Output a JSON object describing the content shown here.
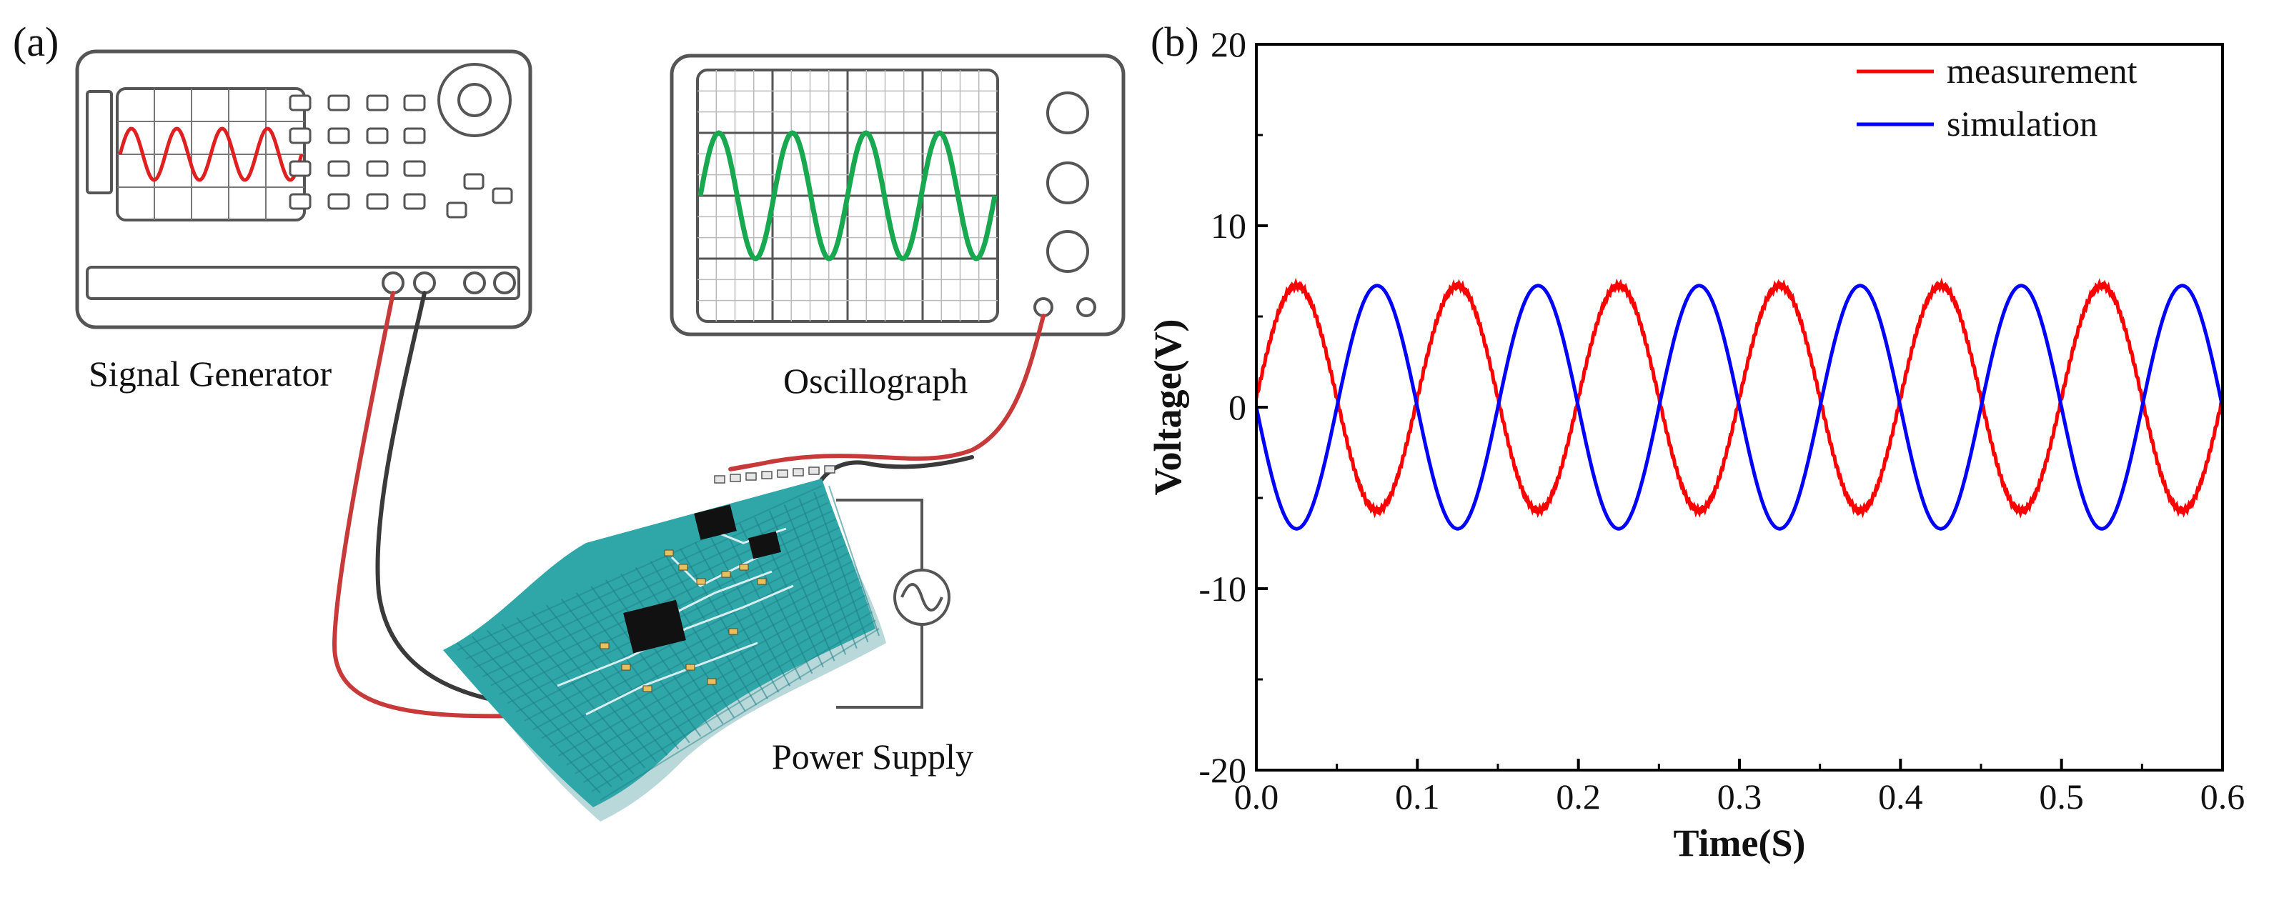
{
  "panel_a": {
    "label": "(a)",
    "signal_generator_label": "Signal Generator",
    "oscillograph_label": "Oscillograph",
    "power_supply_label": "Power Supply",
    "colors": {
      "generator_wave": "#e02020",
      "oscilloscope_wave": "#18a850",
      "red_wire": "#c83a3a",
      "black_wire": "#3a3a3a",
      "fabric": "#2fa6a8",
      "fabric_dark": "#1c7f86",
      "chip": "#111111"
    }
  },
  "panel_b": {
    "label": "(b)"
  },
  "chart_data": {
    "type": "line",
    "xlabel": "Time(S)",
    "ylabel": "Voltage(V)",
    "xlim": [
      0.0,
      0.6
    ],
    "ylim": [
      -20,
      20
    ],
    "xticks": [
      "0.0",
      "0.1",
      "0.2",
      "0.3",
      "0.4",
      "0.5",
      "0.6"
    ],
    "yticks": [
      "-20",
      "-10",
      "0",
      "10",
      "20"
    ],
    "legend_position": "top-right",
    "series": [
      {
        "name": "measurement",
        "color": "#ff0000",
        "amplitude": 6.2,
        "offset": 0.5,
        "frequency_hz": 10,
        "phase_deg": 0
      },
      {
        "name": "simulation",
        "color": "#0000ff",
        "amplitude": 6.7,
        "offset": 0.0,
        "frequency_hz": 10,
        "phase_deg": 180
      }
    ]
  }
}
